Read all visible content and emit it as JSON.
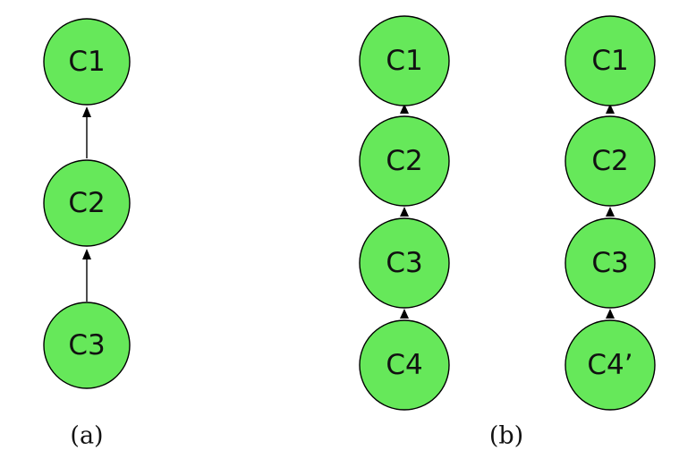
{
  "figures": {
    "a": {
      "caption": "(a)",
      "nodes": [
        "C1",
        "C2",
        "C3"
      ]
    },
    "b": {
      "caption": "(b)",
      "left_chain": [
        "C1",
        "C2",
        "C3",
        "C4"
      ],
      "right_chain": [
        "C1",
        "C2",
        "C3",
        "C4’"
      ]
    }
  },
  "colors": {
    "node_fill": "#66e85a",
    "node_stroke": "#000000"
  }
}
